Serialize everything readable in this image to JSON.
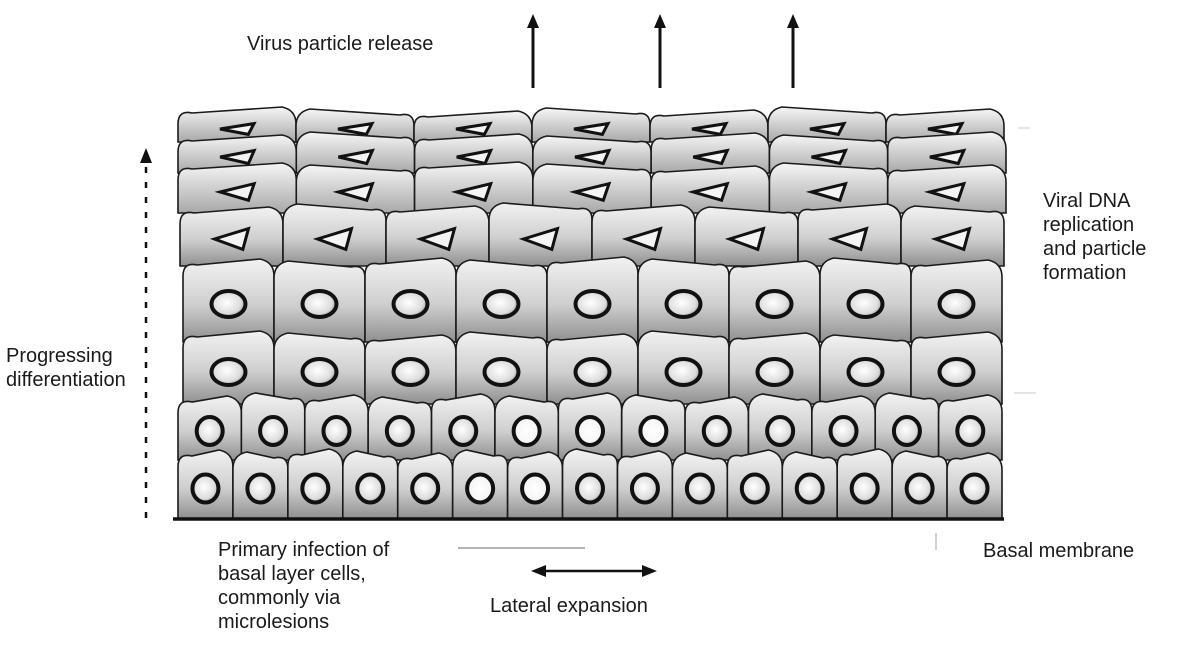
{
  "labels": {
    "virus_release": "Virus particle release",
    "viral_replication": "Viral DNA\nreplication\nand particle\nformation",
    "progressing_differentiation": "Progressing\ndifferentiation",
    "primary_infection": "Primary infection of\nbasal layer cells,\ncommonly via\nmicrolesions",
    "lateral_expansion": "Lateral expansion",
    "basal_membrane": "Basal membrane"
  },
  "colors": {
    "ink": "#111111",
    "cell_fill": "#e4e4e4",
    "cell_shade": "#9a9a9a",
    "nucleus_fill": "#ffffff",
    "nucleus_ring": "#1a1a1a"
  }
}
